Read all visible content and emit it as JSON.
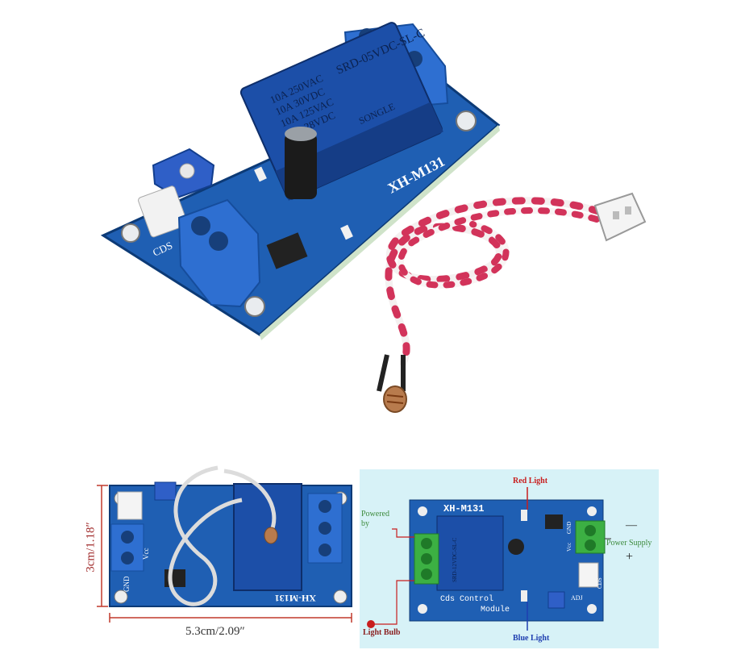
{
  "product": {
    "model": "XH-M131",
    "relay_model": "SRD-05VDC-SL-C",
    "relay_rating_1": "10A 250VAC",
    "relay_rating_2": "10A 30VDC",
    "relay_rating_3": "10A 125VAC",
    "relay_rating_4": "10A 28VDC",
    "relay_brand": "SONGLE",
    "sensor_label": "CDS"
  },
  "dimensions": {
    "width_label": "5.3cm/2.09″",
    "height_label": "3cm/1.18″",
    "vcc_label": "Vcc",
    "gnd_label": "GND",
    "model": "XH-M131"
  },
  "diagram": {
    "title": "XH-M131",
    "relay_model": "SRD-12VDC-SL-C",
    "board_label": "Cds Control",
    "board_label_2": "Module",
    "red_light": "Red Light",
    "blue_light": "Blue Light",
    "powered_by": "Powered by",
    "light_bulb": "Light Bulb",
    "power_supply": "Power Supply",
    "minus": "—",
    "plus": "+",
    "adj": "ADJ",
    "cds": "CDS",
    "vcc": "Vcc",
    "gnd": "GND"
  },
  "colors": {
    "pcb_blue": "#1f5fb3",
    "relay_blue": "#1c4fa8",
    "terminal_green": "#3cb043",
    "diagram_bg": "#d7f2f7",
    "callout_red": "#c81e1e",
    "callout_blue": "#1f3fb0"
  }
}
